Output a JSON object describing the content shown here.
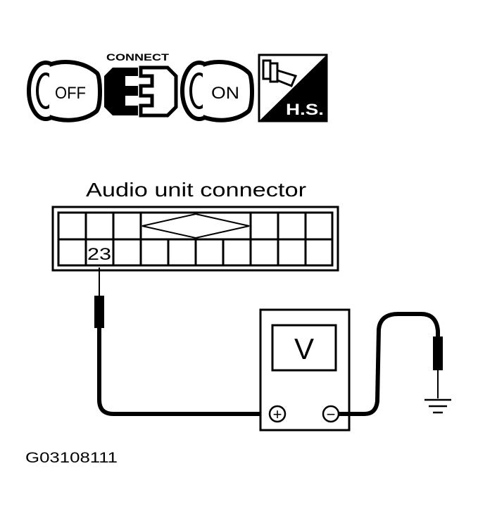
{
  "icons": {
    "key_off": "OFF",
    "connect": "CONNECT",
    "key_on": "ON",
    "hs": "H.S."
  },
  "connector": {
    "title": "Audio unit connector",
    "terminal": "23"
  },
  "meter": {
    "display": "V",
    "positive": "+",
    "negative": "−"
  },
  "figure_code": "G03108111"
}
